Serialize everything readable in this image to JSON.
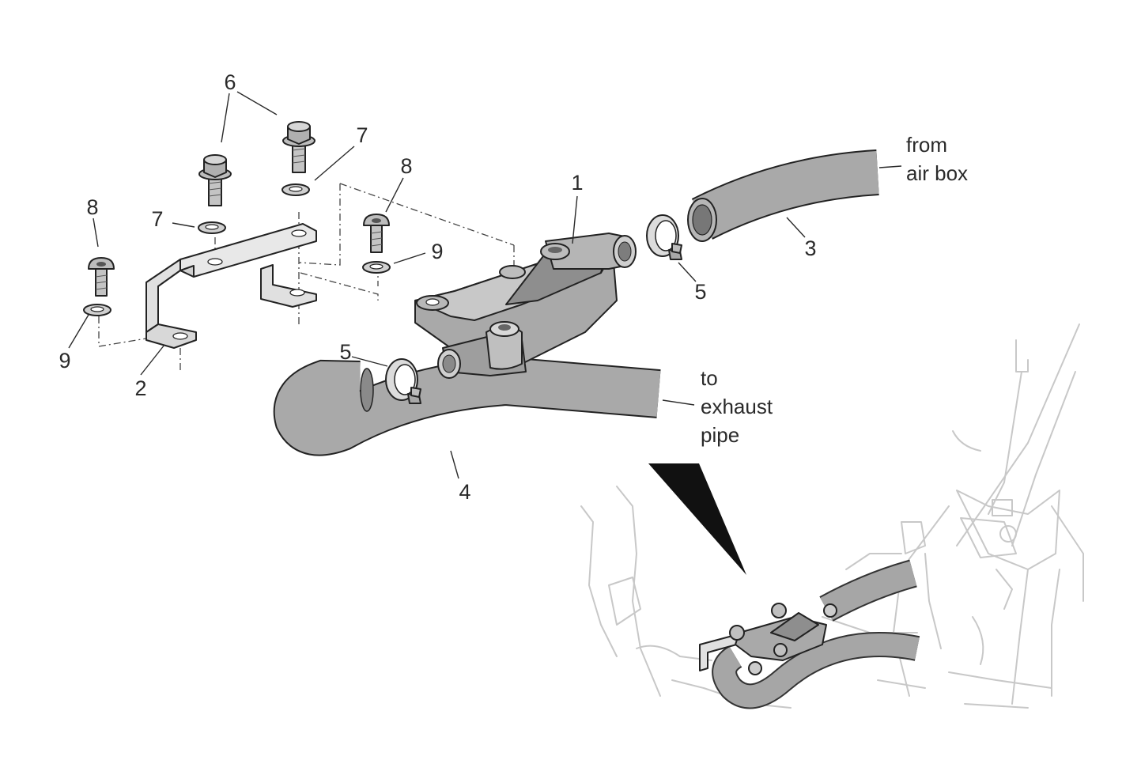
{
  "diagram": {
    "callouts": {
      "c1": "1",
      "c2": "2",
      "c3": "3",
      "c4": "4",
      "c5a": "5",
      "c5b": "5",
      "c6": "6",
      "c7a": "7",
      "c7b": "7",
      "c8a": "8",
      "c8b": "8",
      "c9a": "9",
      "c9b": "9"
    },
    "notes": {
      "from_line1": "from",
      "from_line2": "air box",
      "to_line1": "to",
      "to_line2": "exhaust",
      "to_line3": "pipe"
    },
    "colors": {
      "part_fill": "#a9a9a9",
      "part_dark": "#8e8e8e",
      "part_light": "#d2d2d2",
      "frame_line": "#c8c8c8",
      "ink": "#2a2a2a"
    }
  }
}
